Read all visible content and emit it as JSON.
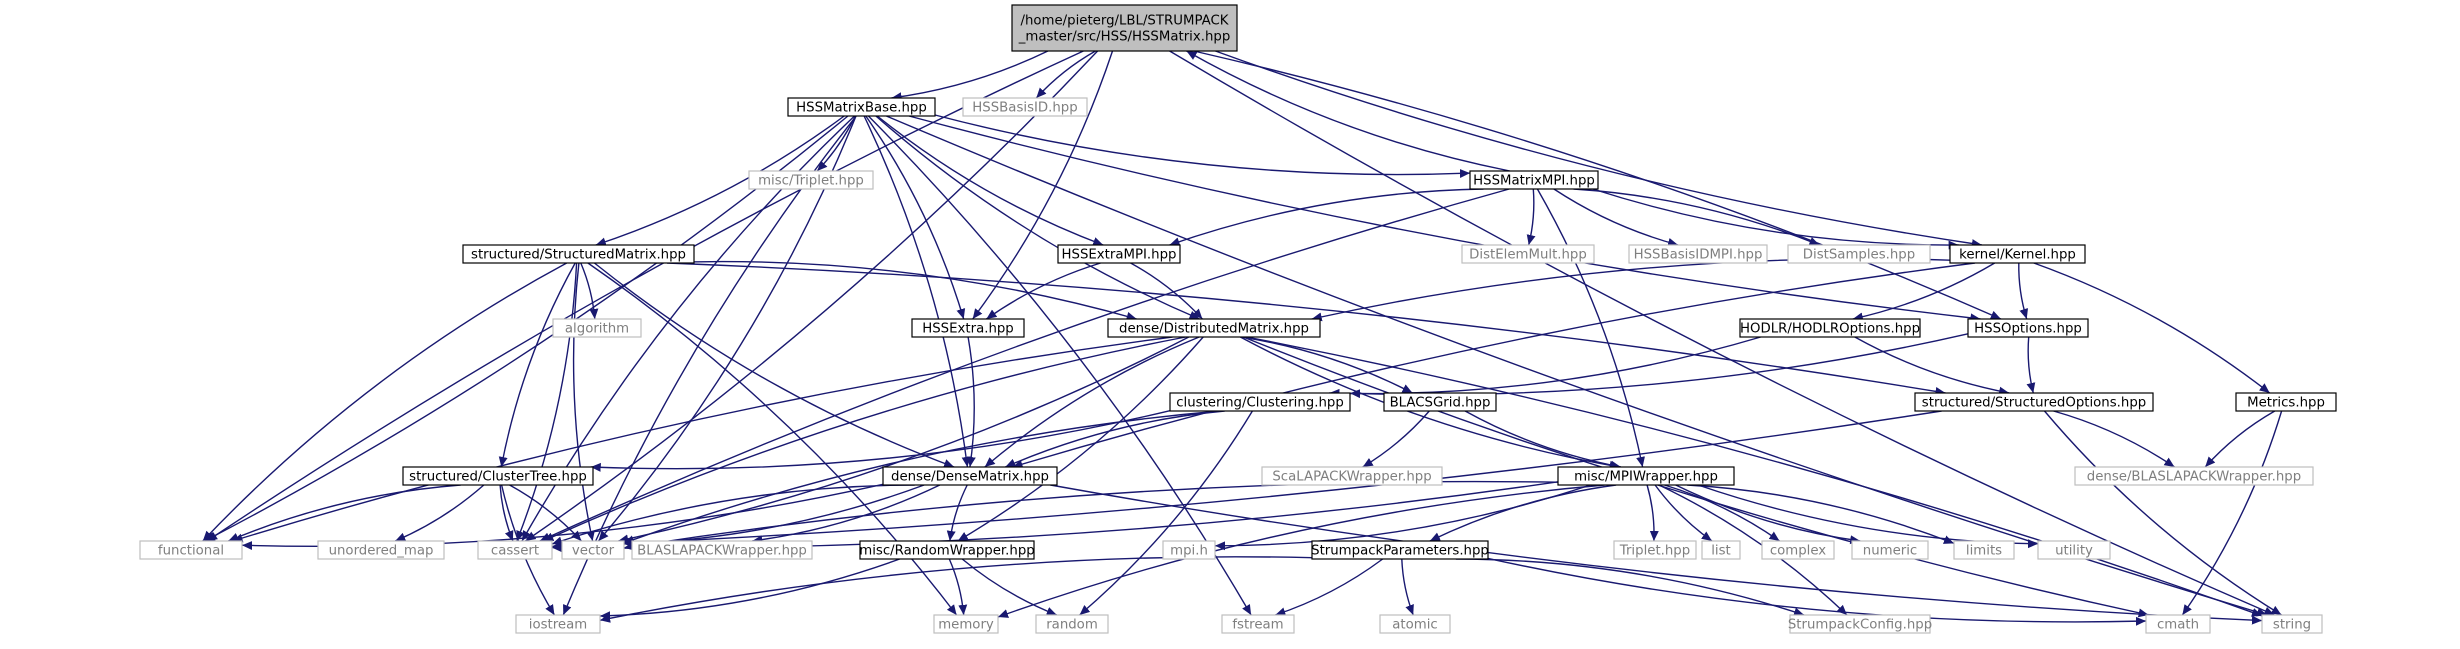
{
  "colors": {
    "edge": "#191970",
    "node_fill": "#ffffff",
    "node_border": "#000000",
    "focus_fill": "#bfbfbf",
    "system_border": "#bfbfbf",
    "system_text": "#7f7f7f",
    "text": "#000000"
  },
  "nodes": [
    {
      "id": "hss_matrix",
      "lines": [
        "/home/pieterg/LBL/STRUMPACK",
        "_master/src/HSS/HSSMatrix.hpp"
      ],
      "kind": "focus"
    },
    {
      "id": "hss_matrix_base",
      "lines": [
        "HSSMatrixBase.hpp"
      ],
      "kind": "local"
    },
    {
      "id": "hss_basis_id",
      "lines": [
        "HSSBasisID.hpp"
      ],
      "kind": "system"
    },
    {
      "id": "misc_triplet",
      "lines": [
        "misc/Triplet.hpp"
      ],
      "kind": "system"
    },
    {
      "id": "hss_matrix_mpi",
      "lines": [
        "HSSMatrixMPI.hpp"
      ],
      "kind": "local"
    },
    {
      "id": "structured_matrix",
      "lines": [
        "structured/StructuredMatrix.hpp"
      ],
      "kind": "local"
    },
    {
      "id": "hss_extra_mpi",
      "lines": [
        "HSSExtraMPI.hpp"
      ],
      "kind": "local"
    },
    {
      "id": "dist_elem_mult",
      "lines": [
        "DistElemMult.hpp"
      ],
      "kind": "system"
    },
    {
      "id": "hss_basis_id_mpi",
      "lines": [
        "HSSBasisIDMPI.hpp"
      ],
      "kind": "system"
    },
    {
      "id": "dist_samples",
      "lines": [
        "DistSamples.hpp"
      ],
      "kind": "system"
    },
    {
      "id": "kernel",
      "lines": [
        "kernel/Kernel.hpp"
      ],
      "kind": "local"
    },
    {
      "id": "algorithm",
      "lines": [
        "algorithm"
      ],
      "kind": "system"
    },
    {
      "id": "hss_extra",
      "lines": [
        "HSSExtra.hpp"
      ],
      "kind": "local"
    },
    {
      "id": "distributed_matrix",
      "lines": [
        "dense/DistributedMatrix.hpp"
      ],
      "kind": "local"
    },
    {
      "id": "hodlr_options",
      "lines": [
        "HODLR/HODLROptions.hpp"
      ],
      "kind": "local"
    },
    {
      "id": "hss_options",
      "lines": [
        "HSSOptions.hpp"
      ],
      "kind": "local"
    },
    {
      "id": "clustering",
      "lines": [
        "clustering/Clustering.hpp"
      ],
      "kind": "local"
    },
    {
      "id": "blacs_grid",
      "lines": [
        "BLACSGrid.hpp"
      ],
      "kind": "local"
    },
    {
      "id": "structured_options",
      "lines": [
        "structured/StructuredOptions.hpp"
      ],
      "kind": "local"
    },
    {
      "id": "metrics",
      "lines": [
        "Metrics.hpp"
      ],
      "kind": "local"
    },
    {
      "id": "cluster_tree",
      "lines": [
        "structured/ClusterTree.hpp"
      ],
      "kind": "local"
    },
    {
      "id": "dense_matrix",
      "lines": [
        "dense/DenseMatrix.hpp"
      ],
      "kind": "local"
    },
    {
      "id": "scalapack_wrapper",
      "lines": [
        "ScaLAPACKWrapper.hpp"
      ],
      "kind": "system"
    },
    {
      "id": "mpi_wrapper",
      "lines": [
        "misc/MPIWrapper.hpp"
      ],
      "kind": "local"
    },
    {
      "id": "dense_blaslapack_wrapper",
      "lines": [
        "dense/BLASLAPACKWrapper.hpp"
      ],
      "kind": "system"
    },
    {
      "id": "functional",
      "lines": [
        "functional"
      ],
      "kind": "system"
    },
    {
      "id": "unordered_map",
      "lines": [
        "unordered_map"
      ],
      "kind": "system"
    },
    {
      "id": "cassert",
      "lines": [
        "cassert"
      ],
      "kind": "system"
    },
    {
      "id": "vector",
      "lines": [
        "vector"
      ],
      "kind": "system"
    },
    {
      "id": "blaslapack_wrapper",
      "lines": [
        "BLASLAPACKWrapper.hpp"
      ],
      "kind": "system"
    },
    {
      "id": "random_wrapper",
      "lines": [
        "misc/RandomWrapper.hpp"
      ],
      "kind": "local"
    },
    {
      "id": "mpi_h",
      "lines": [
        "mpi.h"
      ],
      "kind": "system"
    },
    {
      "id": "strumpack_parameters",
      "lines": [
        "StrumpackParameters.hpp"
      ],
      "kind": "local"
    },
    {
      "id": "triplet",
      "lines": [
        "Triplet.hpp"
      ],
      "kind": "system"
    },
    {
      "id": "list",
      "lines": [
        "list"
      ],
      "kind": "system"
    },
    {
      "id": "complex",
      "lines": [
        "complex"
      ],
      "kind": "system"
    },
    {
      "id": "numeric",
      "lines": [
        "numeric"
      ],
      "kind": "system"
    },
    {
      "id": "limits",
      "lines": [
        "limits"
      ],
      "kind": "system"
    },
    {
      "id": "utility",
      "lines": [
        "utility"
      ],
      "kind": "system"
    },
    {
      "id": "iostream",
      "lines": [
        "iostream"
      ],
      "kind": "system"
    },
    {
      "id": "memory",
      "lines": [
        "memory"
      ],
      "kind": "system"
    },
    {
      "id": "random",
      "lines": [
        "random"
      ],
      "kind": "system"
    },
    {
      "id": "fstream",
      "lines": [
        "fstream"
      ],
      "kind": "system"
    },
    {
      "id": "atomic",
      "lines": [
        "atomic"
      ],
      "kind": "system"
    },
    {
      "id": "strumpack_config",
      "lines": [
        "StrumpackConfig.hpp"
      ],
      "kind": "system"
    },
    {
      "id": "cmath",
      "lines": [
        "cmath"
      ],
      "kind": "system"
    },
    {
      "id": "string",
      "lines": [
        "string"
      ],
      "kind": "system"
    }
  ],
  "edges": [
    [
      "hss_matrix",
      "hss_matrix_base"
    ],
    [
      "hss_matrix",
      "hss_basis_id"
    ],
    [
      "hss_matrix",
      "hss_extra"
    ],
    [
      "hss_matrix",
      "kernel"
    ],
    [
      "hss_matrix",
      "hss_options"
    ],
    [
      "hss_matrix",
      "functional"
    ],
    [
      "hss_matrix",
      "cassert"
    ],
    [
      "hss_matrix",
      "string"
    ],
    [
      "hss_matrix_base",
      "misc_triplet"
    ],
    [
      "hss_matrix_base",
      "hss_matrix_mpi"
    ],
    [
      "hss_matrix_base",
      "structured_matrix"
    ],
    [
      "hss_matrix_base",
      "hss_extra_mpi"
    ],
    [
      "hss_matrix_base",
      "hss_extra"
    ],
    [
      "hss_matrix_base",
      "distributed_matrix"
    ],
    [
      "hss_matrix_base",
      "dense_matrix"
    ],
    [
      "hss_matrix_base",
      "hss_options"
    ],
    [
      "hss_matrix_base",
      "vector"
    ],
    [
      "hss_matrix_base",
      "cassert"
    ],
    [
      "hss_matrix_base",
      "functional"
    ],
    [
      "hss_matrix_base",
      "iostream"
    ],
    [
      "hss_matrix_base",
      "fstream"
    ],
    [
      "hss_matrix_base",
      "string"
    ],
    [
      "hss_matrix_mpi",
      "hss_matrix"
    ],
    [
      "hss_matrix_mpi",
      "hss_extra_mpi"
    ],
    [
      "hss_matrix_mpi",
      "dist_elem_mult"
    ],
    [
      "hss_matrix_mpi",
      "hss_basis_id_mpi"
    ],
    [
      "hss_matrix_mpi",
      "dist_samples"
    ],
    [
      "hss_matrix_mpi",
      "kernel"
    ],
    [
      "hss_matrix_mpi",
      "mpi_wrapper"
    ],
    [
      "hss_matrix_mpi",
      "cassert"
    ],
    [
      "structured_matrix",
      "algorithm"
    ],
    [
      "structured_matrix",
      "cluster_tree"
    ],
    [
      "structured_matrix",
      "distributed_matrix"
    ],
    [
      "structured_matrix",
      "dense_matrix"
    ],
    [
      "structured_matrix",
      "structured_options"
    ],
    [
      "structured_matrix",
      "functional"
    ],
    [
      "structured_matrix",
      "cassert"
    ],
    [
      "structured_matrix",
      "vector"
    ],
    [
      "structured_matrix",
      "memory"
    ],
    [
      "hss_extra_mpi",
      "hss_extra"
    ],
    [
      "hss_extra_mpi",
      "distributed_matrix"
    ],
    [
      "kernel",
      "distributed_matrix"
    ],
    [
      "kernel",
      "hodlr_options"
    ],
    [
      "kernel",
      "hss_options"
    ],
    [
      "kernel",
      "metrics"
    ],
    [
      "kernel",
      "dense_matrix"
    ],
    [
      "hss_extra",
      "dense_matrix"
    ],
    [
      "distributed_matrix",
      "dense_matrix"
    ],
    [
      "distributed_matrix",
      "blacs_grid"
    ],
    [
      "distributed_matrix",
      "mpi_wrapper"
    ],
    [
      "distributed_matrix",
      "random_wrapper"
    ],
    [
      "distributed_matrix",
      "functional"
    ],
    [
      "distributed_matrix",
      "vector"
    ],
    [
      "distributed_matrix",
      "cassert"
    ],
    [
      "distributed_matrix",
      "string"
    ],
    [
      "distributed_matrix",
      "cmath"
    ],
    [
      "hodlr_options",
      "clustering"
    ],
    [
      "hodlr_options",
      "structured_options"
    ],
    [
      "hss_options",
      "clustering"
    ],
    [
      "hss_options",
      "structured_options"
    ],
    [
      "clustering",
      "cluster_tree"
    ],
    [
      "clustering",
      "dense_matrix"
    ],
    [
      "clustering",
      "random"
    ],
    [
      "clustering",
      "vector"
    ],
    [
      "blacs_grid",
      "scalapack_wrapper"
    ],
    [
      "blacs_grid",
      "mpi_wrapper"
    ],
    [
      "structured_options",
      "dense_blaslapack_wrapper"
    ],
    [
      "structured_options",
      "string"
    ],
    [
      "structured_options",
      "cassert"
    ],
    [
      "metrics",
      "dense_blaslapack_wrapper"
    ],
    [
      "metrics",
      "cmath"
    ],
    [
      "cluster_tree",
      "functional"
    ],
    [
      "cluster_tree",
      "unordered_map"
    ],
    [
      "cluster_tree",
      "cassert"
    ],
    [
      "cluster_tree",
      "vector"
    ],
    [
      "cluster_tree",
      "iostream"
    ],
    [
      "dense_matrix",
      "blaslapack_wrapper"
    ],
    [
      "dense_matrix",
      "random_wrapper"
    ],
    [
      "dense_matrix",
      "vector"
    ],
    [
      "dense_matrix",
      "cassert"
    ],
    [
      "dense_matrix",
      "functional"
    ],
    [
      "dense_matrix",
      "string"
    ],
    [
      "mpi_wrapper",
      "mpi_h"
    ],
    [
      "mpi_wrapper",
      "strumpack_parameters"
    ],
    [
      "mpi_wrapper",
      "triplet"
    ],
    [
      "mpi_wrapper",
      "list"
    ],
    [
      "mpi_wrapper",
      "complex"
    ],
    [
      "mpi_wrapper",
      "numeric"
    ],
    [
      "mpi_wrapper",
      "limits"
    ],
    [
      "mpi_wrapper",
      "utility"
    ],
    [
      "mpi_wrapper",
      "strumpack_config"
    ],
    [
      "mpi_wrapper",
      "vector"
    ],
    [
      "mpi_wrapper",
      "cassert"
    ],
    [
      "mpi_wrapper",
      "memory"
    ],
    [
      "random_wrapper",
      "memory"
    ],
    [
      "random_wrapper",
      "random"
    ],
    [
      "random_wrapper",
      "iostream"
    ],
    [
      "strumpack_parameters",
      "iostream"
    ],
    [
      "strumpack_parameters",
      "fstream"
    ],
    [
      "strumpack_parameters",
      "atomic"
    ],
    [
      "strumpack_parameters",
      "strumpack_config"
    ],
    [
      "strumpack_parameters",
      "cmath"
    ]
  ]
}
